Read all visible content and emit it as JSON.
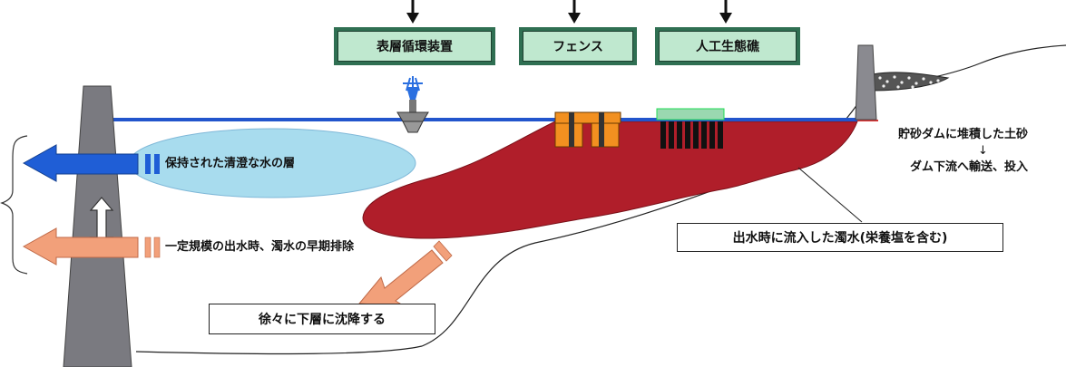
{
  "facilities": [
    {
      "label": "表層循環装置"
    },
    {
      "label": "フェンス"
    },
    {
      "label": "人工生態礁"
    }
  ],
  "layers": {
    "clear_layer": "保持された清澄な水の層",
    "discharge": "一定規模の出水時、濁水の早期排除"
  },
  "boxes": {
    "settle": "徐々に下層に沈降する",
    "turbid_inflow": "出水時に流入した濁水(栄養塩を含む)"
  },
  "sediment": {
    "line1": "貯砂ダムに堆積した土砂",
    "arrow": "↓",
    "line2": "ダム下流へ輸送、投入"
  },
  "colors": {
    "water_surface": "#2255cc",
    "turbid_water": "#b01e2a",
    "clear_water": "#a8dcee",
    "dam": "#7a7a80",
    "outflow_arrow": "#1f5ed6",
    "discharge_arrow": "#f2a07a",
    "facility_frame": "#2f6f52",
    "facility_fill": "#bfe8cf"
  }
}
